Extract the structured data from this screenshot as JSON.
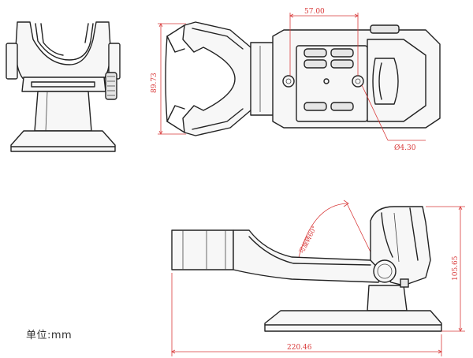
{
  "dimensions": {
    "top_width": "57.00",
    "height_left": "89.73",
    "hole_diameter": "Ø4.30",
    "rotation": "可旋转60°",
    "side_height": "105.65",
    "overall_length": "220.46"
  },
  "unit_label": "单位:mm",
  "colors": {
    "dimension": "#d93a3a",
    "outline": "#222222",
    "background": "#ffffff"
  }
}
